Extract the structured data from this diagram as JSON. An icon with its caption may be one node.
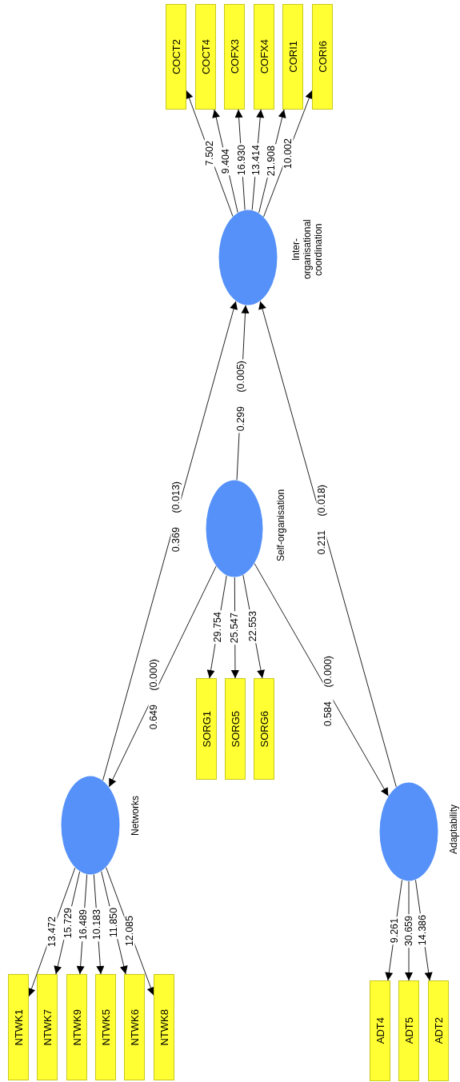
{
  "diagram": {
    "nodes": [
      {
        "text": [
          "Inter- organisational coordination"
        ]
      },
      {
        "text": [
          "COCT2"
        ]
      },
      {
        "text": [
          "COCT4"
        ]
      },
      {
        "text": [
          "COFX3"
        ]
      },
      {
        "text": [
          "COFX4"
        ]
      },
      {
        "text": [
          "CORI1"
        ]
      },
      {
        "text": [
          "CORI6"
        ]
      },
      {
        "text": [
          "Self-organisation"
        ]
      },
      {
        "text": [
          "SORG1"
        ]
      },
      {
        "text": [
          "SORG5"
        ]
      },
      {
        "text": [
          "SORG6"
        ]
      },
      {
        "text": [
          "Networks"
        ]
      },
      {
        "text": [
          "NTWK1"
        ]
      },
      {
        "text": [
          "NTWK7"
        ]
      },
      {
        "text": [
          "NTWK9"
        ]
      },
      {
        "text": [
          "NTWK5"
        ]
      },
      {
        "text": [
          "NTWK6"
        ]
      },
      {
        "text": [
          "NTWK8"
        ]
      },
      {
        "text": [
          "Adaptability"
        ]
      },
      {
        "text": [
          "ADT4"
        ]
      },
      {
        "text": [
          "ADT5"
        ]
      },
      {
        "text": [
          "ADT2"
        ]
      }
    ],
    "edges": [
      {
        "from": 0,
        "to": 1,
        "arrow": "to",
        "label": "7.502"
      },
      {
        "from": 0,
        "to": 2,
        "arrow": "to",
        "label": "9.404"
      },
      {
        "from": 0,
        "to": 3,
        "arrow": "to",
        "label": "16.930"
      },
      {
        "from": 0,
        "to": 4,
        "arrow": "to",
        "label": "13.414"
      },
      {
        "from": 0,
        "to": 5,
        "arrow": "to",
        "label": "21.908"
      },
      {
        "from": 0,
        "to": 6,
        "arrow": "to",
        "label": "10.002"
      },
      {
        "from": 7,
        "to": 8,
        "arrow": "to",
        "label": "29.754"
      },
      {
        "from": 7,
        "to": 9,
        "arrow": "to",
        "label": "25.547"
      },
      {
        "from": 7,
        "to": 10,
        "arrow": "to",
        "label": "22.553"
      },
      {
        "from": 11,
        "to": 12,
        "arrow": "to",
        "label": "13.472"
      },
      {
        "from": 11,
        "to": 13,
        "arrow": "to",
        "label": "15.729"
      },
      {
        "from": 11,
        "to": 14,
        "arrow": "to",
        "label": "16.489"
      },
      {
        "from": 11,
        "to": 15,
        "arrow": "to",
        "label": "10.183"
      },
      {
        "from": 11,
        "to": 16,
        "arrow": "to",
        "label": "11.850"
      },
      {
        "from": 11,
        "to": 17,
        "arrow": "to",
        "label": "12.085"
      },
      {
        "from": 18,
        "to": 19,
        "arrow": "to",
        "label": "9.261"
      },
      {
        "from": 18,
        "to": 20,
        "arrow": "to",
        "label": "30.659"
      },
      {
        "from": 18,
        "to": 21,
        "arrow": "to",
        "label": "14.386"
      },
      {
        "from": 7,
        "to": 11,
        "arrow": "to",
        "label": "0.649 (0.000)"
      },
      {
        "from": 11,
        "to": 0,
        "arrow": "to",
        "label": "0.369 (0.013)"
      },
      {
        "from": 7,
        "to": 0,
        "arrow": "to",
        "label": "0.299 (0.005)"
      },
      {
        "from": 7,
        "to": 18,
        "arrow": "to",
        "label": "0.584 (0.000)"
      },
      {
        "from": 18,
        "to": 0,
        "arrow": "to",
        "label": "0.211 (0.018)"
      }
    ]
  }
}
